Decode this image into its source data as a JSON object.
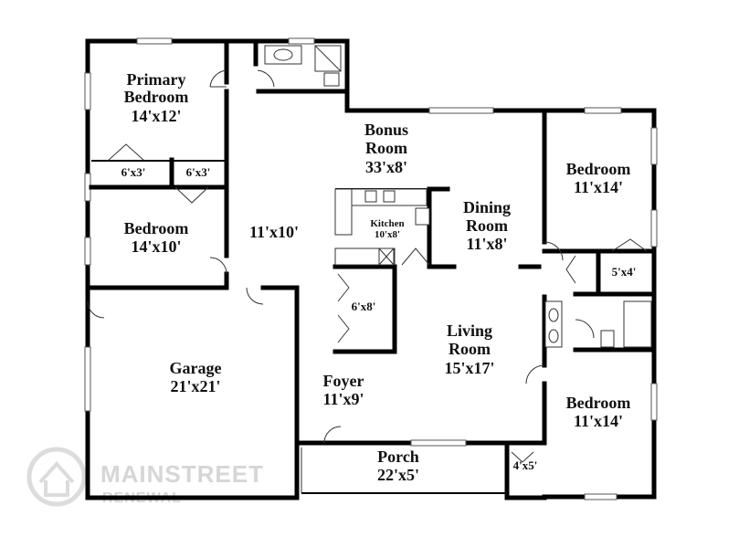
{
  "rooms": {
    "primary_bedroom": {
      "name_line1": "Primary",
      "name_line2": "Bedroom",
      "dims": "14'x12'"
    },
    "closet_a": {
      "dims": "6'x3'"
    },
    "closet_b": {
      "dims": "6'x3'"
    },
    "bedroom_west": {
      "name": "Bedroom",
      "dims": "14'x10'"
    },
    "hallway": {
      "dims": "11'x10'"
    },
    "bonus_room": {
      "name_line1": "Bonus",
      "name_line2": "Room",
      "dims": "33'x8'"
    },
    "kitchen": {
      "name": "Kitchen",
      "dims": "10'x8'"
    },
    "dining_room": {
      "name_line1": "Dining",
      "name_line2": "Room",
      "dims": "11'x8'"
    },
    "bedroom_ne": {
      "name": "Bedroom",
      "dims": "11'x14'"
    },
    "closet_c": {
      "dims": "5'x4'"
    },
    "closet_d": {
      "dims": "6'x8'"
    },
    "living_room": {
      "name_line1": "Living",
      "name_line2": "Room",
      "dims": "15'x17'"
    },
    "garage": {
      "name": "Garage",
      "dims": "21'x21'"
    },
    "foyer": {
      "name": "Foyer",
      "dims": "11'x9'"
    },
    "bedroom_se": {
      "name": "Bedroom",
      "dims": "11'x14'"
    },
    "porch": {
      "name": "Porch",
      "dims": "22'x5'"
    },
    "closet_e": {
      "dims": "4'x5'"
    }
  },
  "watermark": {
    "line1": "MAINSTREET",
    "line2": "RENEWAL"
  }
}
